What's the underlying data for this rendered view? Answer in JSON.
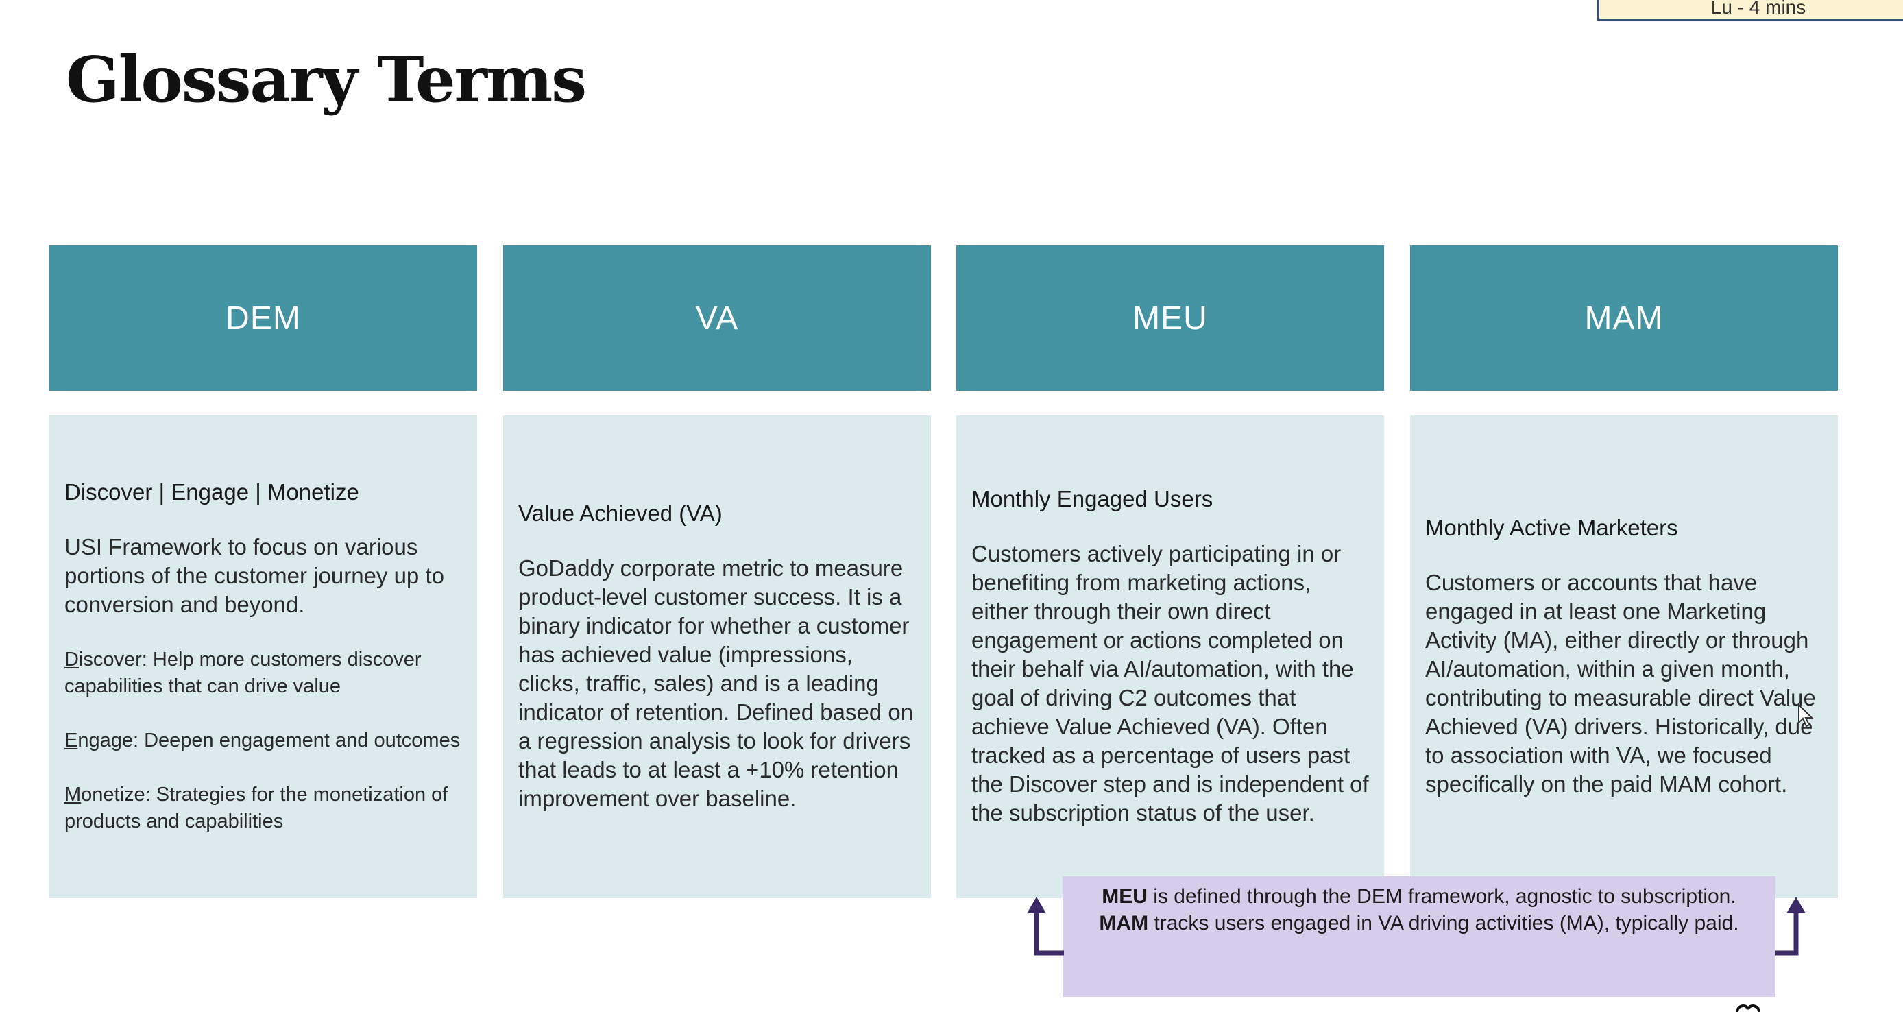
{
  "timer": {
    "label": "Lu - 4 mins"
  },
  "page": {
    "title": "Glossary Terms"
  },
  "columns": [
    {
      "header": "DEM",
      "title": "Discover | Engage | Monetize",
      "description": "USI Framework to focus on various portions of the customer journey up to conversion and beyond.",
      "items": [
        {
          "initial": "D",
          "text": "iscover: Help more customers discover capabilities that can drive value"
        },
        {
          "initial": "E",
          "text": "ngage: Deepen engagement and outcomes"
        },
        {
          "initial": "M",
          "text": "onetize: Strategies for the monetization of products and capabilities"
        }
      ]
    },
    {
      "header": "VA",
      "title": "Value Achieved (VA)",
      "description": "GoDaddy corporate metric to measure product-level customer success. It is a binary indicator for whether a customer has achieved value (impressions, clicks, traffic, sales) and is a leading indicator of retention. Defined based on a regression analysis to look for drivers that leads to at least a +10% retention improvement over baseline."
    },
    {
      "header": "MEU",
      "title": "Monthly Engaged Users",
      "description": "Customers actively participating in or benefiting from marketing actions, either through their own direct engagement or actions completed on their behalf via AI/automation, with the goal of driving C2 outcomes that achieve Value Achieved (VA). Often tracked as a percentage of users past the Discover step and is independent of the subscription status of the user."
    },
    {
      "header": "MAM",
      "title": "Monthly Active Marketers",
      "description": "Customers or accounts that have engaged in at least one Marketing Activity (MA), either directly or through AI/automation, within a given month, contributing to measurable direct Value Achieved (VA) drivers. Historically, due to association with VA, we focused specifically on the paid MAM cohort."
    }
  ],
  "note": {
    "line1_bold": "MEU",
    "line1_text": " is defined through the DEM framework, agnostic to subscription.",
    "line2_bold": "MAM",
    "line2_text": " tracks users engaged in VA driving activities (MA), typically paid."
  },
  "colors": {
    "header_teal": "#4393a2",
    "body_light": "#daeaed",
    "note_lavender": "#d6cdeb",
    "arrow_purple": "#3b2a66"
  },
  "icons": [
    "arrow-up-left-icon",
    "arrow-up-right-icon",
    "mouse-cursor-icon"
  ]
}
